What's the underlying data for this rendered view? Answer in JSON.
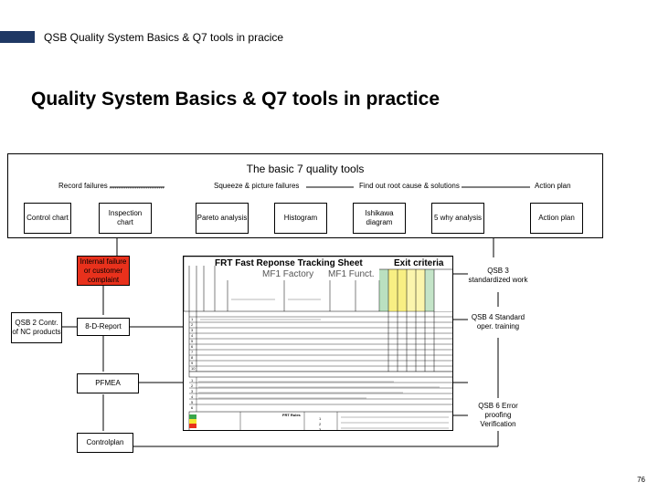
{
  "header": {
    "text": "QSB Quality System Basics & Q7 tools  in pracice"
  },
  "title": "Quality System Basics & Q7 tools in practice",
  "q7": {
    "title": "The basic 7 quality tools",
    "categories": [
      "Record failures",
      "Squeeze & picture failures",
      "Find out  root cause & solutions",
      "Action plan"
    ],
    "tools": [
      "Control chart",
      "Inspection chart",
      "Pareto analysis",
      "Histogram",
      "Ishikawa diagram",
      "5 why analysis",
      "Action plan"
    ]
  },
  "flow": {
    "internal_failure": "Internal failure or customer complaint",
    "qsb2": "QSB 2 Contr. of NC products",
    "report_8d": "8-D-Report",
    "pfmea": "PFMEA",
    "controlplan": "Controlplan",
    "qsb3": "QSB 3 standardized work",
    "qsb4": "QSB 4 Standard oper. training",
    "qsb6": "QSB 6 Error proofing Verification"
  },
  "sheet": {
    "title": "FRT Fast Reponse Tracking Sheet",
    "sub1": "MF1 Factory",
    "sub2": "MF1 Funct.",
    "exit": "Exit criteria",
    "row_numbers": [
      "1",
      "2",
      "3",
      "4",
      "5",
      "6",
      "7",
      "8",
      "9",
      "10"
    ],
    "lower_numbers": [
      "1",
      "2",
      "3",
      "4",
      "5",
      "6"
    ],
    "rules_title": "FRT Rules",
    "rules_numbers": [
      "1",
      "2",
      "3"
    ]
  },
  "page_number": "76",
  "colors": {
    "header_bar": "#1f3864",
    "red_box": "#e8311c",
    "yellow": "#f4e531",
    "green": "#3aa64a"
  }
}
